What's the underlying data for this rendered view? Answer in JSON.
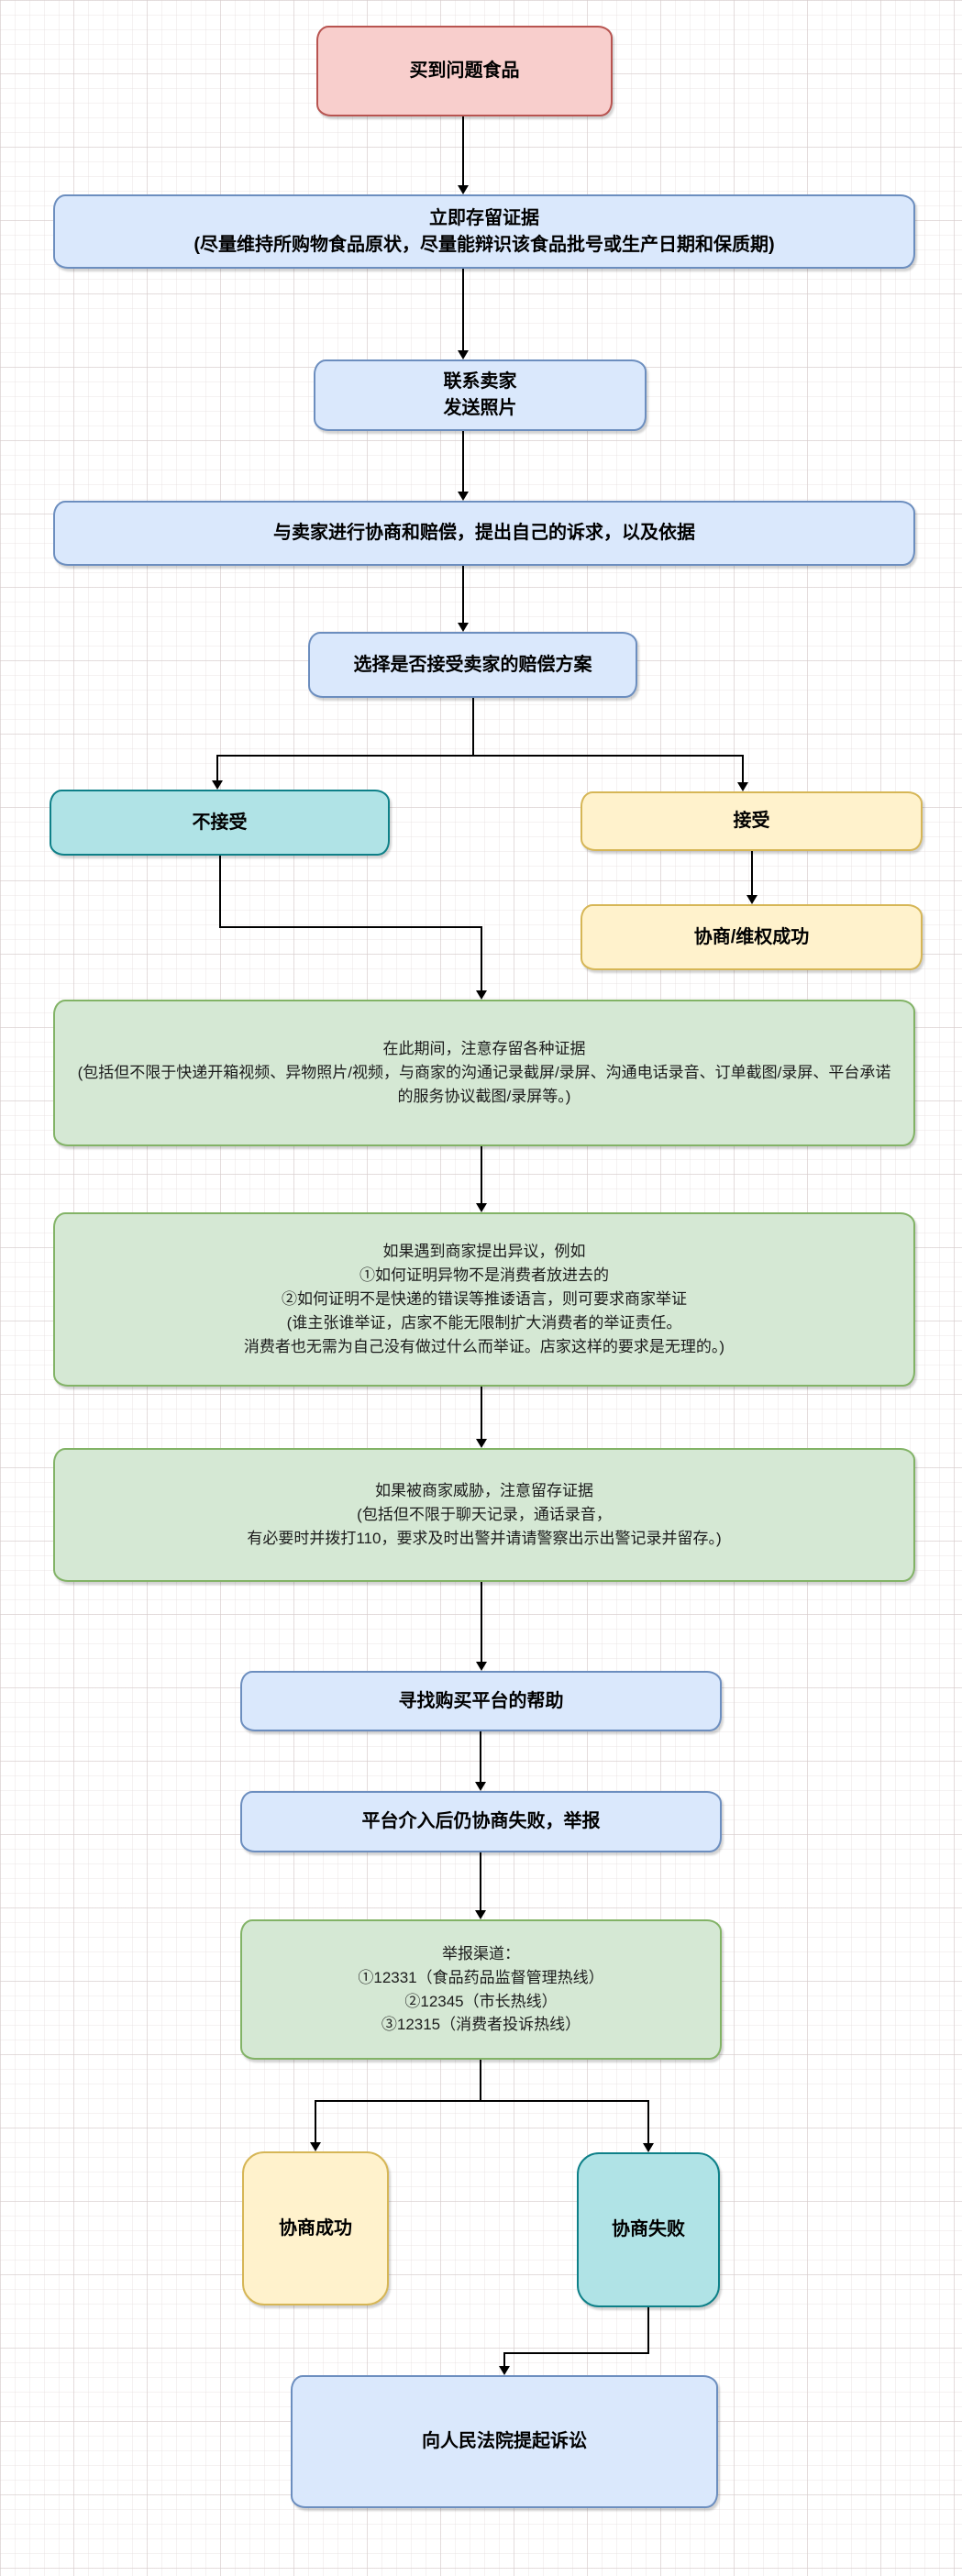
{
  "palette": {
    "pink_fill": "#f8cecc",
    "pink_stroke": "#b85450",
    "blue_fill": "#dae8fc",
    "blue_stroke": "#6c8ebf",
    "teal_fill": "#b0e3e6",
    "teal_stroke": "#0e8088",
    "yellow_fill": "#fff2cc",
    "yellow_stroke": "#d6b656",
    "green_fill": "#d5e8d4",
    "green_stroke": "#82b366",
    "line_color": "#000000"
  },
  "nodes": {
    "start": {
      "text": "买到问题食品"
    },
    "preserve": {
      "lines": [
        "立即存留证据",
        "(尽量维持所购物食品原状，尽量能辩识该食品批号或生产日期和保质期)"
      ]
    },
    "contact": {
      "lines": [
        "联系卖家",
        "发送照片"
      ]
    },
    "negotiate": {
      "text": "与卖家进行协商和赔偿，提出自己的诉求，以及依据"
    },
    "decide": {
      "text": "选择是否接受卖家的赔偿方案"
    },
    "reject": {
      "text": "不接受"
    },
    "accept": {
      "text": "接受"
    },
    "accept_success": {
      "text": "协商/维权成功"
    },
    "evidence_during": {
      "lines": [
        "在此期间，注意存留各种证据",
        "(包括但不限于快递开箱视频、异物照片/视频，与商家的沟通记录截屏/录屏、沟通电话录音、订单截图/录屏、平台承诺的服务协议截图/录屏等。)"
      ]
    },
    "objection": {
      "lines": [
        "如果遇到商家提出异议，例如",
        "①如何证明异物不是消费者放进去的",
        "②如何证明不是快递的错误等推诿语言，则可要求商家举证",
        "(谁主张谁举证，店家不能无限制扩大消费者的举证责任。",
        "消费者也无需为自己没有做过什么而举证。店家这样的要求是无理的。)"
      ]
    },
    "threat": {
      "lines": [
        "如果被商家威胁，注意留存证据",
        "(包括但不限于聊天记录，通话录音，",
        "有必要时并拨打110，要求及时出警并请请警察出示出警记录并留存。)"
      ]
    },
    "platform_help": {
      "text": "寻找购买平台的帮助"
    },
    "platform_fail": {
      "text": "平台介入后仍协商失败，举报"
    },
    "report": {
      "lines": [
        "举报渠道：",
        "①12331（食品药品监督管理热线）",
        "②12345（市长热线）",
        "③12315（消费者投诉热线）"
      ]
    },
    "negotiate_success": {
      "text": "协商成功"
    },
    "negotiate_fail": {
      "text": "协商失败"
    },
    "lawsuit": {
      "text": "向人民法院提起诉讼"
    }
  }
}
